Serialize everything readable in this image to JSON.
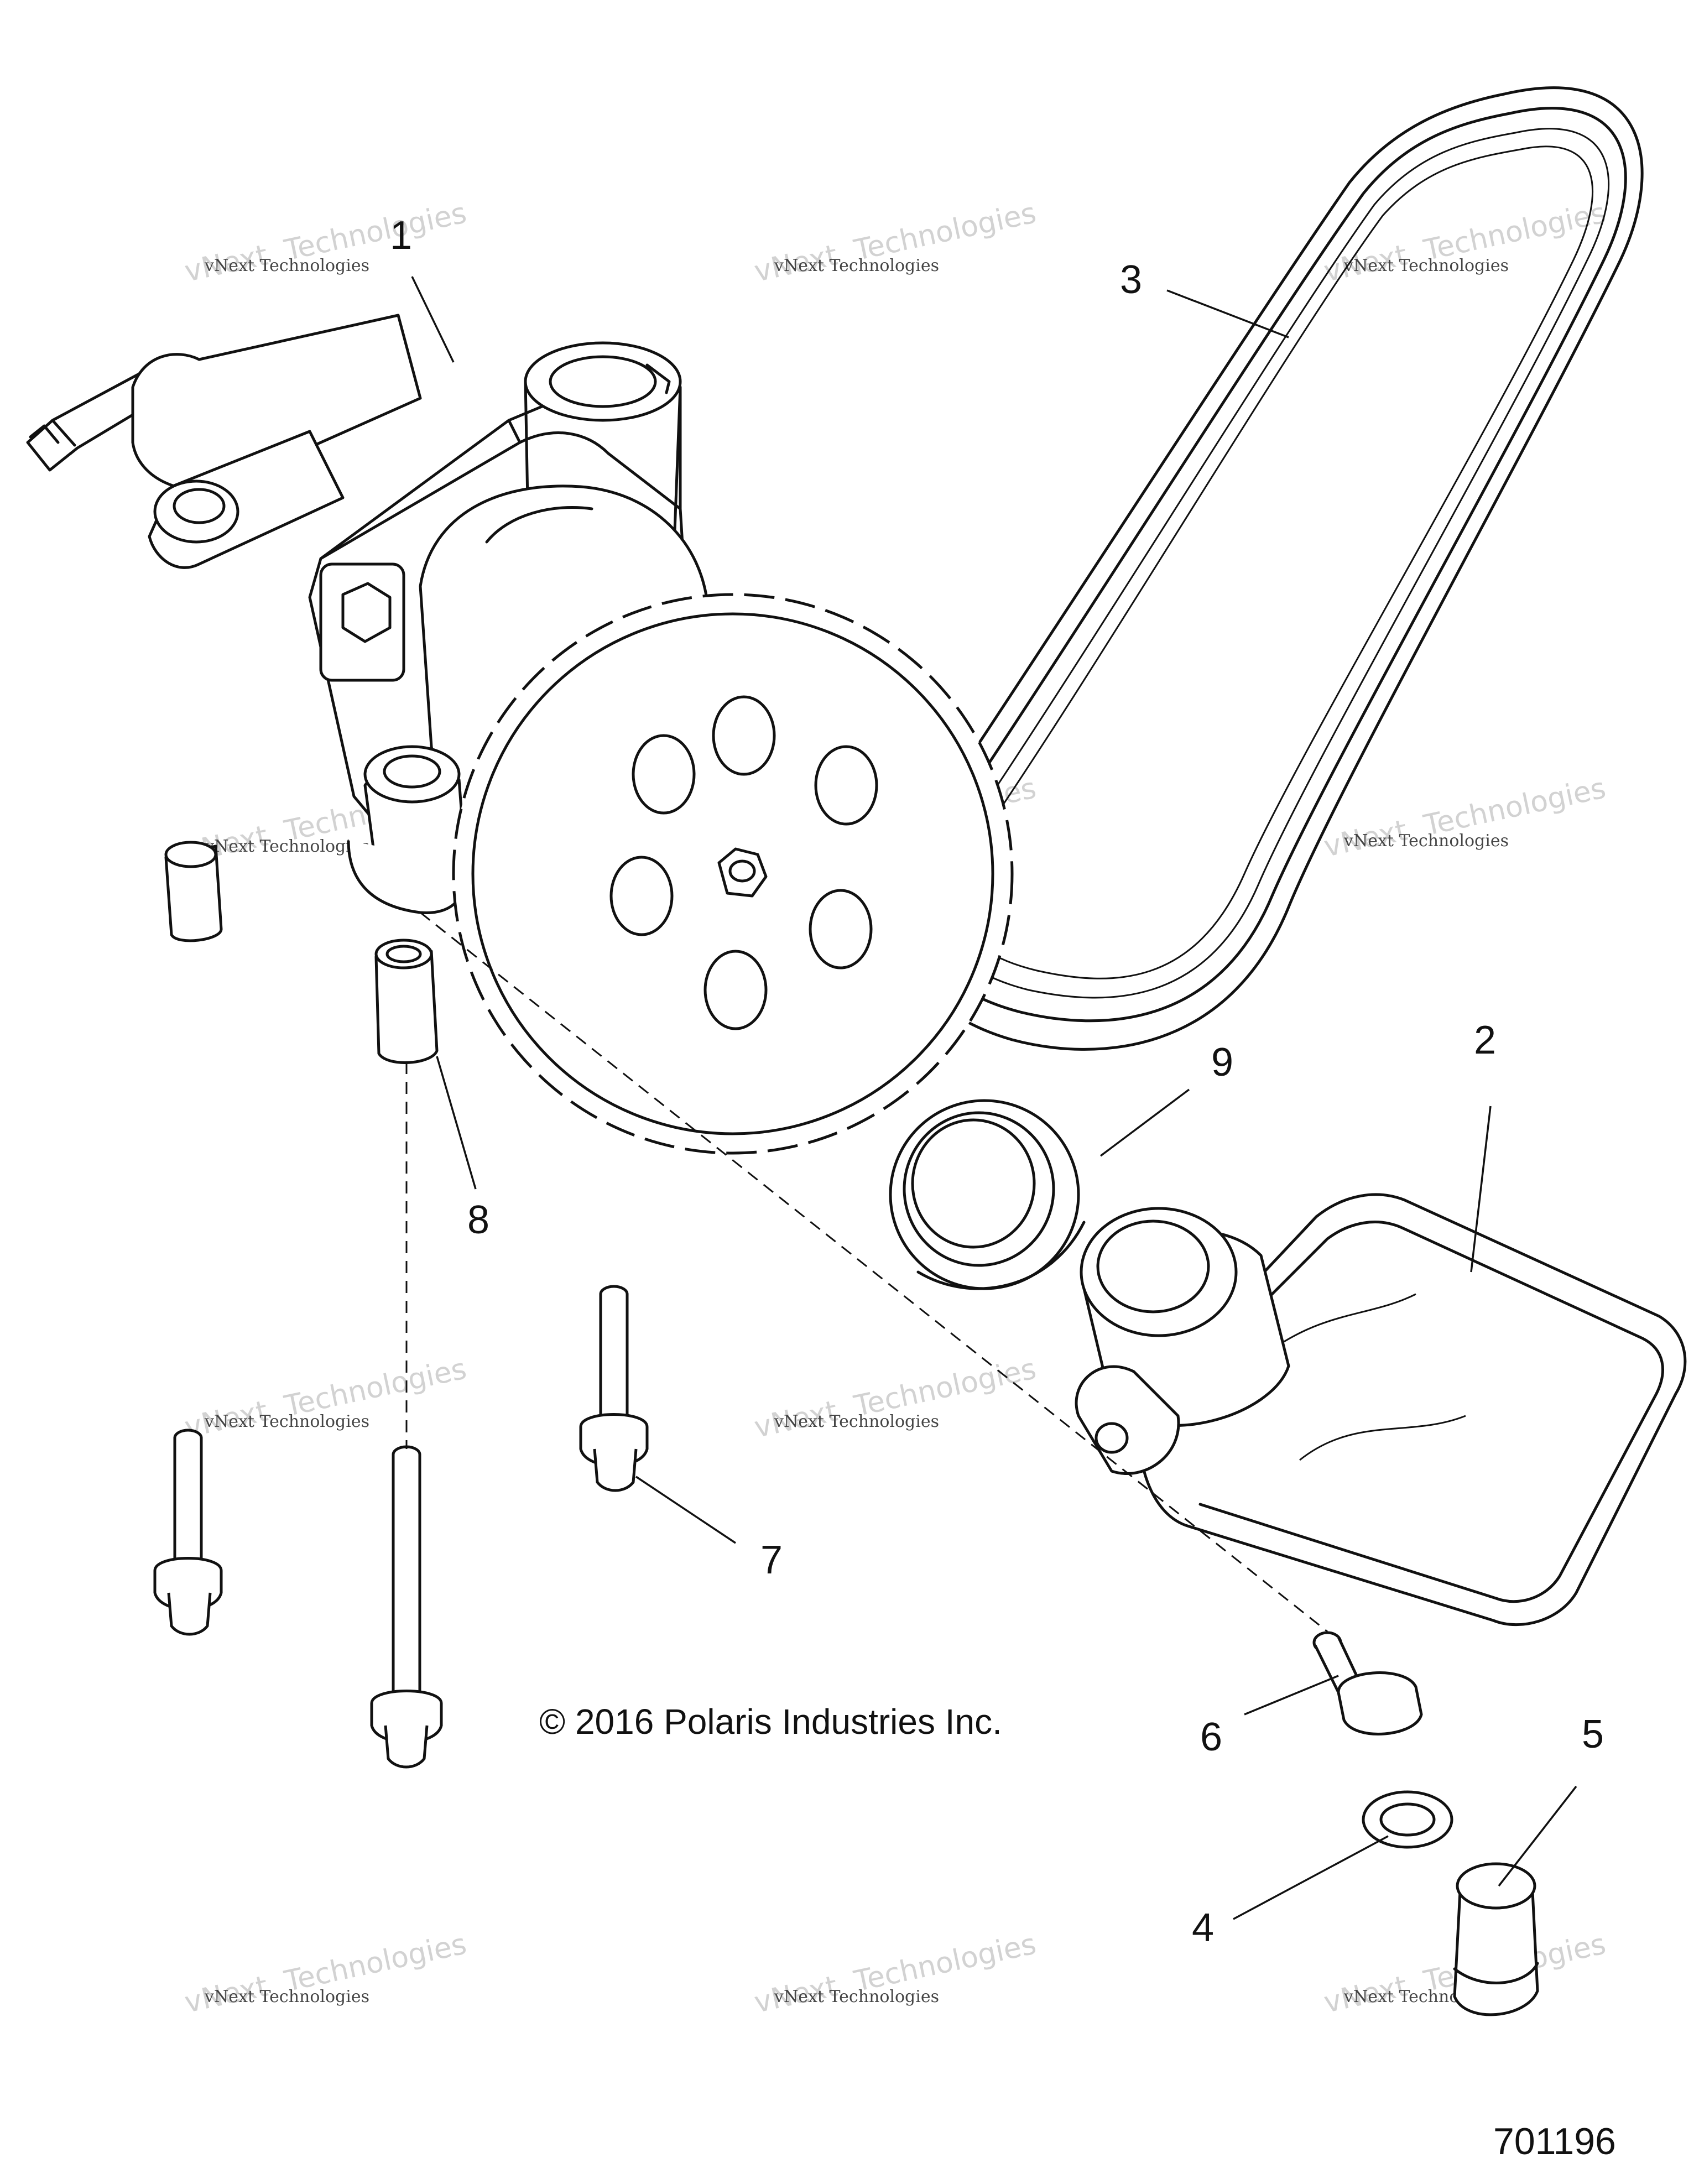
{
  "callouts": [
    {
      "id": "1",
      "label": "1"
    },
    {
      "id": "2",
      "label": "2"
    },
    {
      "id": "3",
      "label": "3"
    },
    {
      "id": "4",
      "label": "4"
    },
    {
      "id": "5",
      "label": "5"
    },
    {
      "id": "6",
      "label": "6"
    },
    {
      "id": "7",
      "label": "7"
    },
    {
      "id": "8",
      "label": "8"
    },
    {
      "id": "9",
      "label": "9"
    }
  ],
  "copyright": "© 2016 Polaris Industries Inc.",
  "figure_number": "701196",
  "watermark": {
    "line1": "vNext Technologies",
    "line2": "vNext  Technologies"
  },
  "colors": {
    "line": "#111111",
    "watermark_text": "#444444",
    "watermark_ghost": "#d2d2d2",
    "background": "#ffffff"
  }
}
